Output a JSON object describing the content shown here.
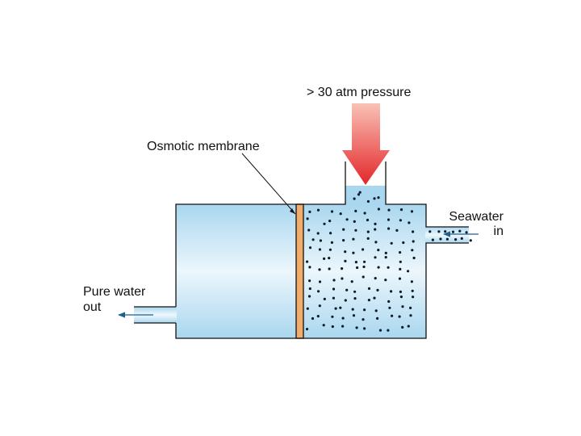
{
  "labels": {
    "pressure": "> 30 atm pressure",
    "membrane": "Osmotic membrane",
    "seawater_line1": "Seawater",
    "seawater_line2": "in",
    "pure_line1": "Pure water",
    "pure_line2": "out"
  },
  "colors": {
    "outline": "#111111",
    "water_light": "#ecf6fc",
    "water_dark": "#a9d7ef",
    "membrane": "#f3ad6b",
    "arrow_top": "#f8b9ac",
    "arrow_bottom": "#e4262a",
    "flow_arrow": "#1f5f8c",
    "dots": "#0d1b2a"
  }
}
